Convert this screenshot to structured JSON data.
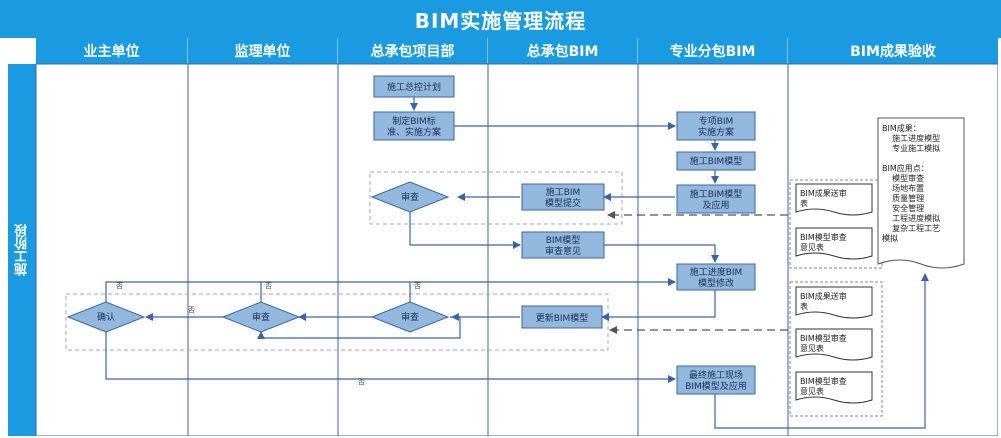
{
  "title": "BIM实施管理流程",
  "lanes": [
    "业主单位",
    "监理单位",
    "总承包项目部",
    "总承包BIM",
    "专业分包BIM",
    "BIM成果验收"
  ],
  "phase": "施工阶段",
  "boxes": {
    "plan": [
      "施工总控计划"
    ],
    "std": [
      "制定BIM标",
      "准、实施方案"
    ],
    "sp1": [
      "专项BIM",
      "实施方案"
    ],
    "sp2": [
      "施工BIM模型"
    ],
    "sp3": [
      "施工BIM模型",
      "及应用"
    ],
    "gc1": [
      "施工BIM",
      "模型提交"
    ],
    "gc2": [
      "BIM模型",
      "审查意见"
    ],
    "sp4": [
      "施工进度BIM",
      "模型修改"
    ],
    "gc3": [
      "更新BIM模型"
    ],
    "sp5": [
      "最终施工现场",
      "BIM模型及应用"
    ]
  },
  "diamonds": {
    "d1": "审查",
    "d2": "审查",
    "d3": "审查",
    "d4": "确认"
  },
  "no_label": "否",
  "docs": {
    "doc1": [
      "BIM成果送审",
      "表"
    ],
    "doc2": [
      "BIM模型审查",
      "意见表"
    ],
    "doc3": [
      "BIM成果送审",
      "表"
    ],
    "doc4": [
      "BIM模型审查",
      "意见表"
    ],
    "doc5": [
      "BIM模型审查",
      "意见表"
    ]
  },
  "results": [
    "BIM成果：",
    "    施工进度模型",
    "    专业施工模拟",
    "",
    "BIM应用点：",
    "    模型审查",
    "    场地布置",
    "    质量管理",
    "    安全管理",
    "    工程进度模拟",
    "    复杂工程工艺",
    "模拟"
  ],
  "colors": {
    "header": "#1a9ae0",
    "box": "#93b8de",
    "line": "#3c63a8"
  }
}
